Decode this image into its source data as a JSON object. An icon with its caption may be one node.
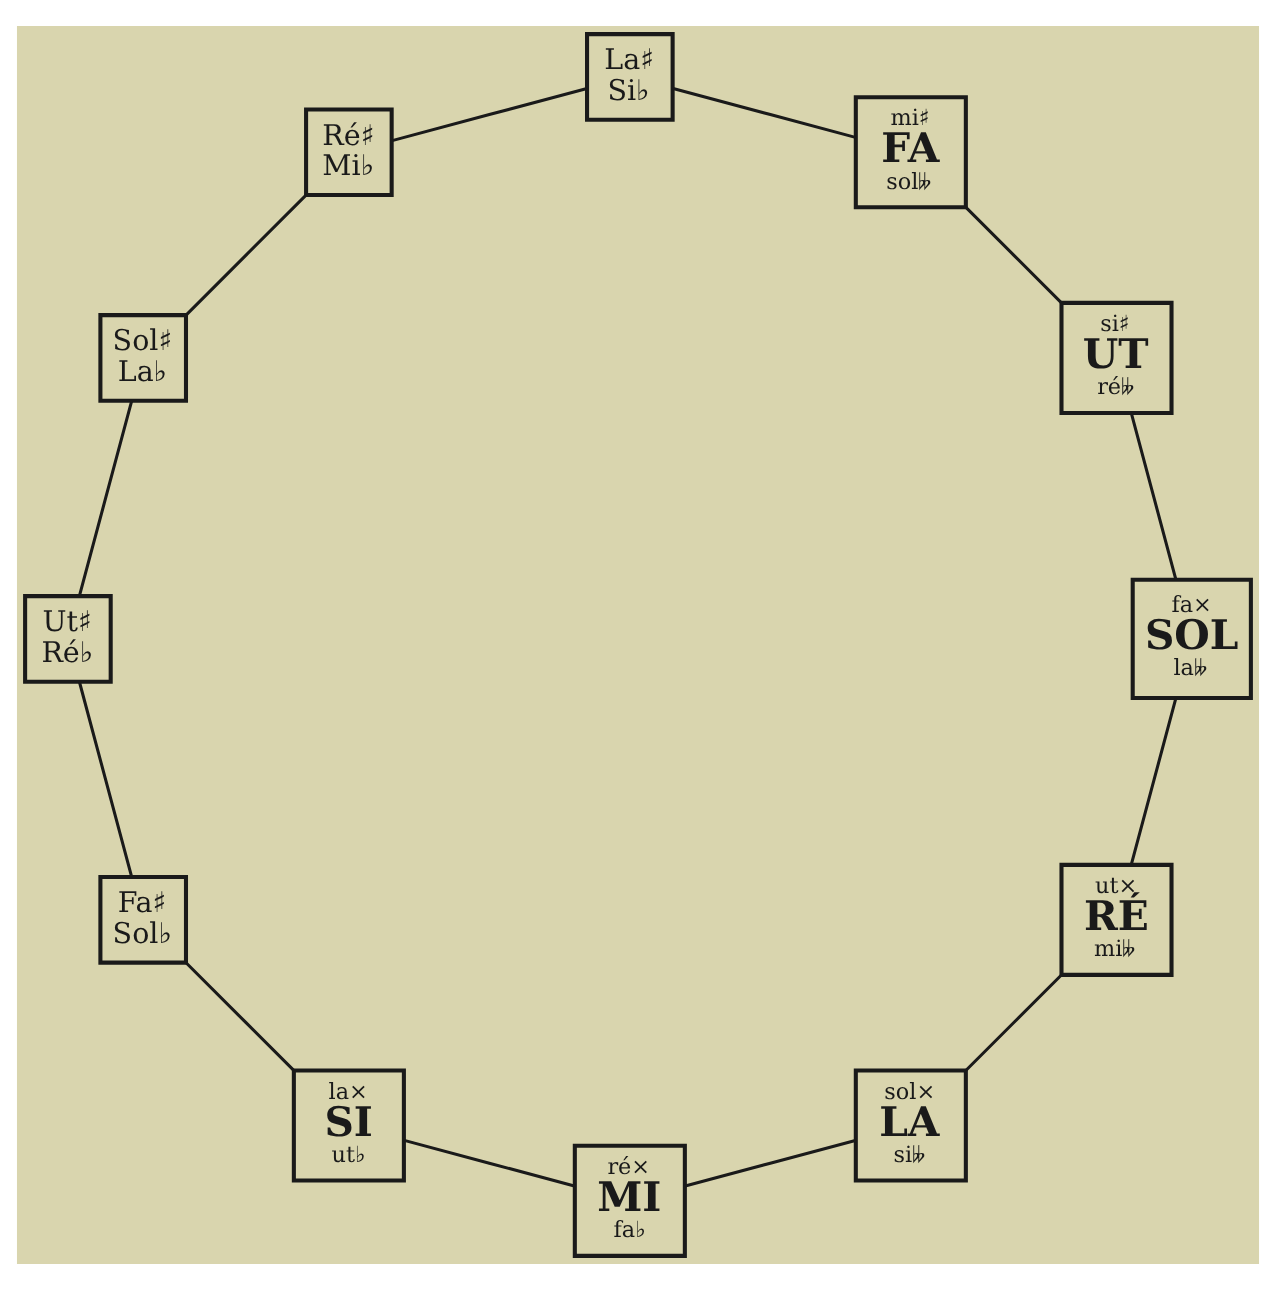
{
  "diagram": {
    "nodes": [
      {
        "text": [
          "ut×",
          "RÉ",
          "mi𝄫"
        ]
      },
      {
        "text": [
          "sol×",
          "LA",
          "si𝄫"
        ]
      },
      {
        "text": [
          "ré×",
          "MI",
          "fa♭"
        ]
      },
      {
        "text": [
          "la×",
          "SI",
          "ut♭"
        ]
      },
      {
        "text": [
          "Fa♯",
          "Sol♭"
        ]
      },
      {
        "text": [
          "Ut♯",
          "Ré♭"
        ]
      },
      {
        "text": [
          "Sol♯",
          "La♭"
        ]
      },
      {
        "text": [
          "Ré♯",
          "Mi♭"
        ]
      },
      {
        "text": [
          "La♯",
          "Si♭"
        ]
      },
      {
        "text": [
          "mi♯",
          "FA",
          "sol𝄫"
        ]
      },
      {
        "text": [
          "si♯",
          "UT",
          "ré𝄫"
        ]
      },
      {
        "text": [
          "fa×",
          "SOL",
          "la𝄫"
        ]
      }
    ],
    "edges": [
      {
        "from": 0,
        "to": 1,
        "arrow": "none"
      },
      {
        "from": 1,
        "to": 2,
        "arrow": "none"
      },
      {
        "from": 2,
        "to": 3,
        "arrow": "none"
      },
      {
        "from": 3,
        "to": 4,
        "arrow": "none"
      },
      {
        "from": 4,
        "to": 5,
        "arrow": "none"
      },
      {
        "from": 5,
        "to": 6,
        "arrow": "none"
      },
      {
        "from": 6,
        "to": 7,
        "arrow": "none"
      },
      {
        "from": 7,
        "to": 8,
        "arrow": "none"
      },
      {
        "from": 8,
        "to": 9,
        "arrow": "none"
      },
      {
        "from": 9,
        "to": 10,
        "arrow": "none"
      },
      {
        "from": 10,
        "to": 11,
        "arrow": "none"
      },
      {
        "from": 11,
        "to": 0,
        "arrow": "none"
      }
    ]
  }
}
